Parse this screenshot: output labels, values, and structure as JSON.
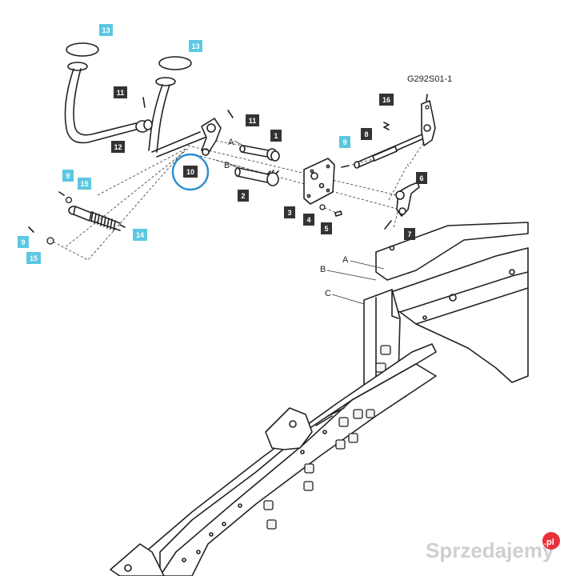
{
  "diagram": {
    "reference": "G292S01-1",
    "callouts": [
      {
        "id": "c13a",
        "label": "13",
        "style": "cyan"
      },
      {
        "id": "c13b",
        "label": "13",
        "style": "cyan"
      },
      {
        "id": "c11a",
        "label": "11",
        "style": "dark"
      },
      {
        "id": "c11b",
        "label": "11",
        "style": "dark"
      },
      {
        "id": "c12",
        "label": "12",
        "style": "dark"
      },
      {
        "id": "c1",
        "label": "1",
        "style": "dark"
      },
      {
        "id": "c2",
        "label": "2",
        "style": "dark"
      },
      {
        "id": "c10",
        "label": "10",
        "style": "dark",
        "highlighted": true
      },
      {
        "id": "c9a",
        "label": "9",
        "style": "cyan"
      },
      {
        "id": "c15a",
        "label": "15",
        "style": "cyan"
      },
      {
        "id": "c14",
        "label": "14",
        "style": "cyan"
      },
      {
        "id": "c9b",
        "label": "9",
        "style": "cyan"
      },
      {
        "id": "c15b",
        "label": "15",
        "style": "cyan"
      },
      {
        "id": "c3",
        "label": "3",
        "style": "dark"
      },
      {
        "id": "c4",
        "label": "4",
        "style": "dark"
      },
      {
        "id": "c5",
        "label": "5",
        "style": "dark"
      },
      {
        "id": "c9c",
        "label": "9",
        "style": "cyan"
      },
      {
        "id": "c8",
        "label": "8",
        "style": "dark"
      },
      {
        "id": "c16",
        "label": "16",
        "style": "dark"
      },
      {
        "id": "c6",
        "label": "6",
        "style": "dark"
      },
      {
        "id": "c7",
        "label": "7",
        "style": "dark"
      }
    ],
    "letters": {
      "a_top": "A",
      "b_top": "B",
      "a_frame": "A",
      "b_frame": "B",
      "c_frame": "C"
    },
    "highlight_color": "#2a8fd0",
    "callout_colors": {
      "dark": "#333333",
      "cyan": "#5bc8e0"
    }
  },
  "watermark": {
    "text": "Sprzedajemy",
    "badge": ".pl",
    "badge_color": "#e8303a"
  }
}
